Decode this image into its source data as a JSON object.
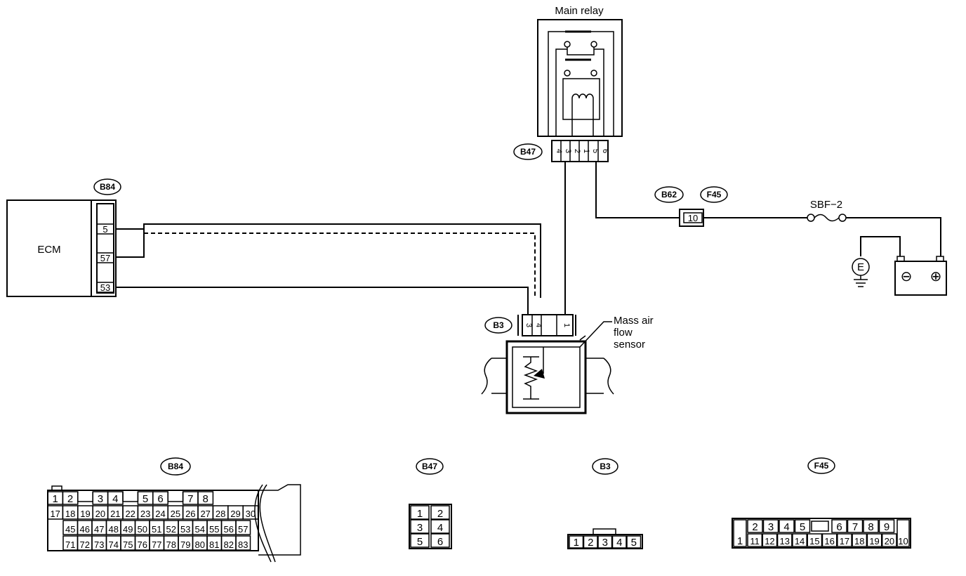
{
  "components": {
    "ecm": "ECM",
    "main_relay": "Main relay",
    "maf_sensor": [
      "Mass air",
      "flow",
      "sensor"
    ],
    "fuse": "SBF−2",
    "ground": "E",
    "battery_neg": "⊖",
    "battery_pos": "⊕"
  },
  "connector_ids": {
    "b84": "B84",
    "b47": "B47",
    "b62": "B62",
    "f45": "F45",
    "b3": "B3"
  },
  "pins": {
    "ecm": [
      "5",
      "57",
      "53"
    ],
    "relay": [
      "4",
      "3",
      "2",
      "1",
      "5",
      "6"
    ],
    "maf": [
      "3",
      "4",
      "",
      "1"
    ],
    "b62_f45": "10"
  },
  "connector_faces": {
    "b84": {
      "label": "B84",
      "rows": [
        [
          "1",
          "2",
          "",
          "3",
          "4",
          "",
          "5",
          "6",
          "",
          "7",
          "8"
        ],
        [
          "17",
          "18",
          "19",
          "20",
          "21",
          "22",
          "23",
          "24",
          "25",
          "26",
          "27",
          "28",
          "29",
          "30"
        ],
        [
          "45",
          "46",
          "47",
          "48",
          "49",
          "50",
          "51",
          "52",
          "53",
          "54",
          "55",
          "56",
          "57"
        ],
        [
          "71",
          "72",
          "73",
          "74",
          "75",
          "76",
          "77",
          "78",
          "79",
          "80",
          "81",
          "82",
          "83"
        ]
      ]
    },
    "b47": {
      "label": "B47",
      "rows": [
        [
          "1",
          "2"
        ],
        [
          "3",
          "4"
        ],
        [
          "5",
          "6"
        ]
      ]
    },
    "b3": {
      "label": "B3",
      "cells": [
        "1",
        "2",
        "3",
        "4",
        "5"
      ]
    },
    "f45": {
      "label": "F45",
      "first": "1",
      "top": [
        "2",
        "3",
        "4",
        "5",
        "6",
        "7",
        "8",
        "9"
      ],
      "bottom": [
        "11",
        "12",
        "13",
        "14",
        "15",
        "16",
        "17",
        "18",
        "19",
        "20"
      ],
      "last": "10"
    }
  }
}
